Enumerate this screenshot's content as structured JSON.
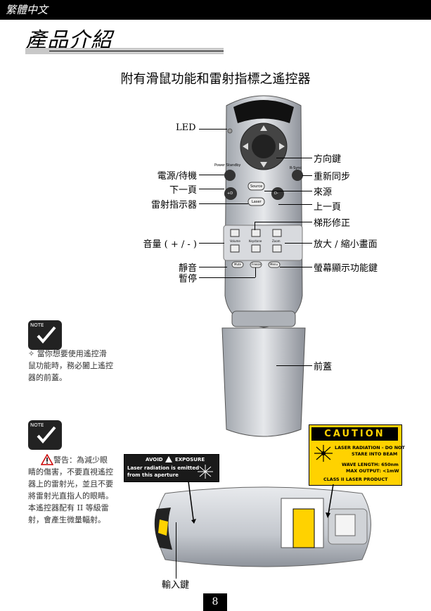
{
  "header": {
    "language": "繁體中文",
    "page_title": "產品介紹"
  },
  "heading": "附有滑鼠功能和雷射指標之遙控器",
  "remote_labels": {
    "led": "LED",
    "power": "電源/待機",
    "page_down": "下一頁",
    "laser": "雷射指示器",
    "volume": "音量 ( + / - )",
    "mute": "靜音",
    "freeze": "暫停",
    "direction": "方向鍵",
    "resync": "重新同步",
    "source": "來源",
    "page_up": "上一頁",
    "keystone": "梯形修正",
    "zoom": "放大 / 縮小畫面",
    "menu": "螢幕顯示功能鍵",
    "front_cover": "前蓋",
    "enter": "輸入鍵"
  },
  "button_text": {
    "power_standby": "Power\nStandby",
    "resync": "R-Sync",
    "source": "Source",
    "laser": "Laser",
    "volume": "Volume",
    "keystone": "Keystone",
    "zoom": "Zoom",
    "mute": "Mute",
    "freeze": "Freeze",
    "menu": "Menu",
    "page_down": "+D",
    "page_up": "D-"
  },
  "notes": {
    "note_icon_text": "NOTE",
    "note1": "✧ 當你想要使用遙控滑鼠功能時，務必闔上遙控器的前蓋。",
    "note2": "警告：為減少眼睛的傷害，不要直視遙控器上的雷射光，並且不要將雷射光直指人的眼睛。本遙控器配有 II 等級雷射，會產生微量輻射。"
  },
  "caution_label": {
    "title": "CAUTION",
    "l1": "LASER RADIATION - DO NOT",
    "l2": "STARE INTO BEAM",
    "l3": "WAVE LENGTH: 650nm",
    "l4": "MAX OUTPUT: <1mW",
    "l5": "CLASS II LASER PRODUCT"
  },
  "avoid_label": {
    "avoid": "AVOID",
    "exposure": "EXPOSURE",
    "l1": "Laser radiation is emitted",
    "l2": "from this aperture"
  },
  "page_number": "8",
  "colors": {
    "caution_yellow": "#ffd200",
    "black": "#000000",
    "remote_silver": "#c9ccd1"
  }
}
